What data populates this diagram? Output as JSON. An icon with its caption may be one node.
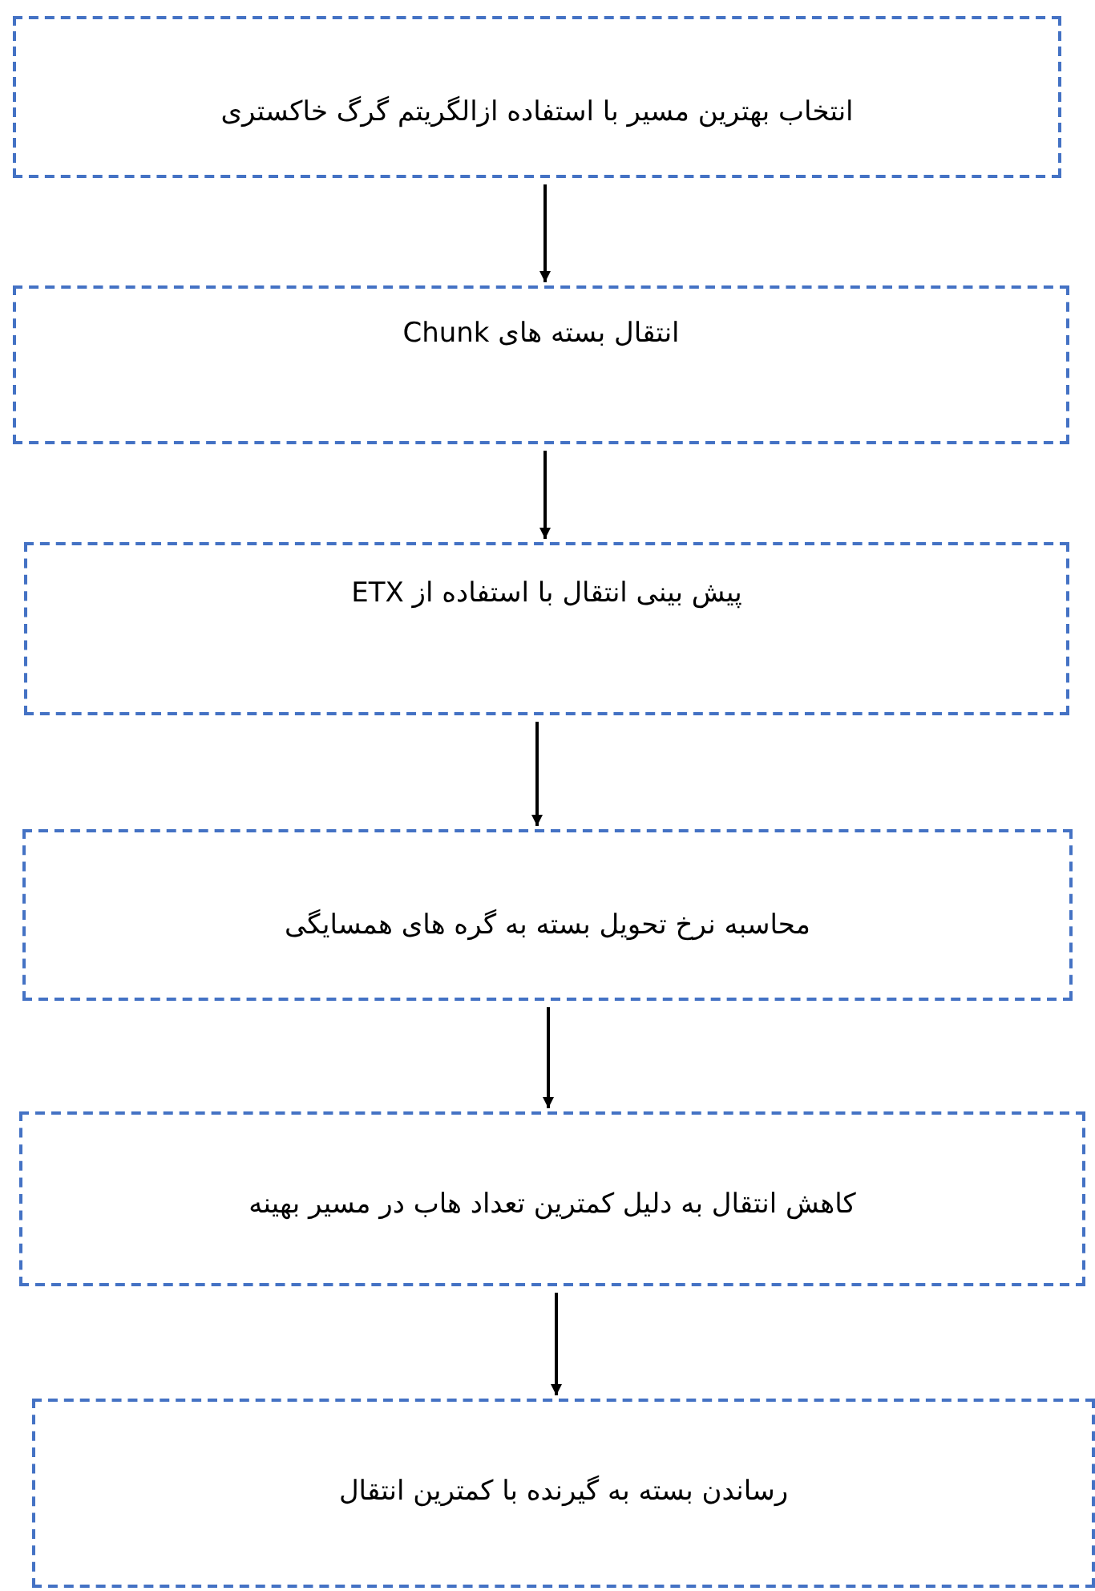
{
  "diagram": {
    "nodes": [
      {
        "text": [
          "انتخاب بهترین مسیر با استفاده ازالگریتم گرگ خاکستری"
        ]
      },
      {
        "text": [
          "انتقال بسته های Chunk"
        ]
      },
      {
        "text": [
          "پیش بینی انتقال با استفاده از ETX"
        ]
      },
      {
        "text": [
          "محاسبه نرخ تحویل بسته به گره های همسایگی"
        ]
      },
      {
        "text": [
          "کاهش انتقال به دلیل کمترین تعداد هاب در مسیر بهینه"
        ]
      },
      {
        "text": [
          "رساندن بسته به گیرنده با کمترین انتقال"
        ]
      }
    ],
    "edges": [
      {
        "from": 0,
        "to": 1,
        "arrow": "to"
      },
      {
        "from": 1,
        "to": 2,
        "arrow": "to"
      },
      {
        "from": 2,
        "to": 3,
        "arrow": "to"
      },
      {
        "from": 3,
        "to": 4,
        "arrow": "to"
      },
      {
        "from": 4,
        "to": 5,
        "arrow": "to"
      }
    ]
  }
}
